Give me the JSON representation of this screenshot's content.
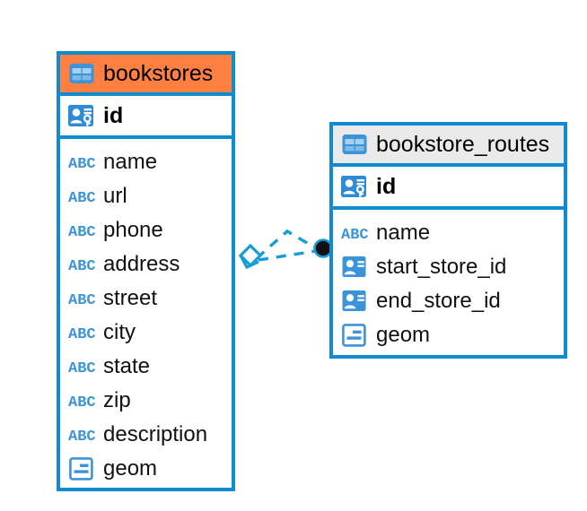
{
  "diagram": {
    "type": "entity-relationship-diagram",
    "background": "#ffffff",
    "accent_border": "#0f8bd0",
    "header_highlight": "#ff8040",
    "header_default": "#eaeaea",
    "icon_blue": "#3b94d9"
  },
  "entities": [
    {
      "name": "bookstores",
      "header_color": "#ff8040",
      "selected": true,
      "table_icon": "table-icon",
      "primary_key": {
        "label": "id",
        "icon": "primary-key-icon"
      },
      "fields": [
        {
          "label": "name",
          "icon": "text-type-icon"
        },
        {
          "label": "url",
          "icon": "text-type-icon"
        },
        {
          "label": "phone",
          "icon": "text-type-icon"
        },
        {
          "label": "address",
          "icon": "text-type-icon"
        },
        {
          "label": "street",
          "icon": "text-type-icon"
        },
        {
          "label": "city",
          "icon": "text-type-icon"
        },
        {
          "label": "state",
          "icon": "text-type-icon"
        },
        {
          "label": "zip",
          "icon": "text-type-icon"
        },
        {
          "label": "description",
          "icon": "text-type-icon"
        },
        {
          "label": "geom",
          "icon": "geometry-type-icon"
        }
      ]
    },
    {
      "name": "bookstore_routes",
      "header_color": "#eaeaea",
      "selected": false,
      "table_icon": "table-icon",
      "primary_key": {
        "label": "id",
        "icon": "primary-key-icon"
      },
      "fields": [
        {
          "label": "name",
          "icon": "text-type-icon"
        },
        {
          "label": "start_store_id",
          "icon": "foreign-key-icon"
        },
        {
          "label": "end_store_id",
          "icon": "foreign-key-icon"
        },
        {
          "label": "geom",
          "icon": "geometry-type-icon"
        }
      ]
    }
  ],
  "relationship": {
    "style": "dashed",
    "color": "#169dd8",
    "source_marker": "diamond-open",
    "target_marker": "filled-dot",
    "target_marker_color": "#111111",
    "cardinality": "many-to-one"
  }
}
